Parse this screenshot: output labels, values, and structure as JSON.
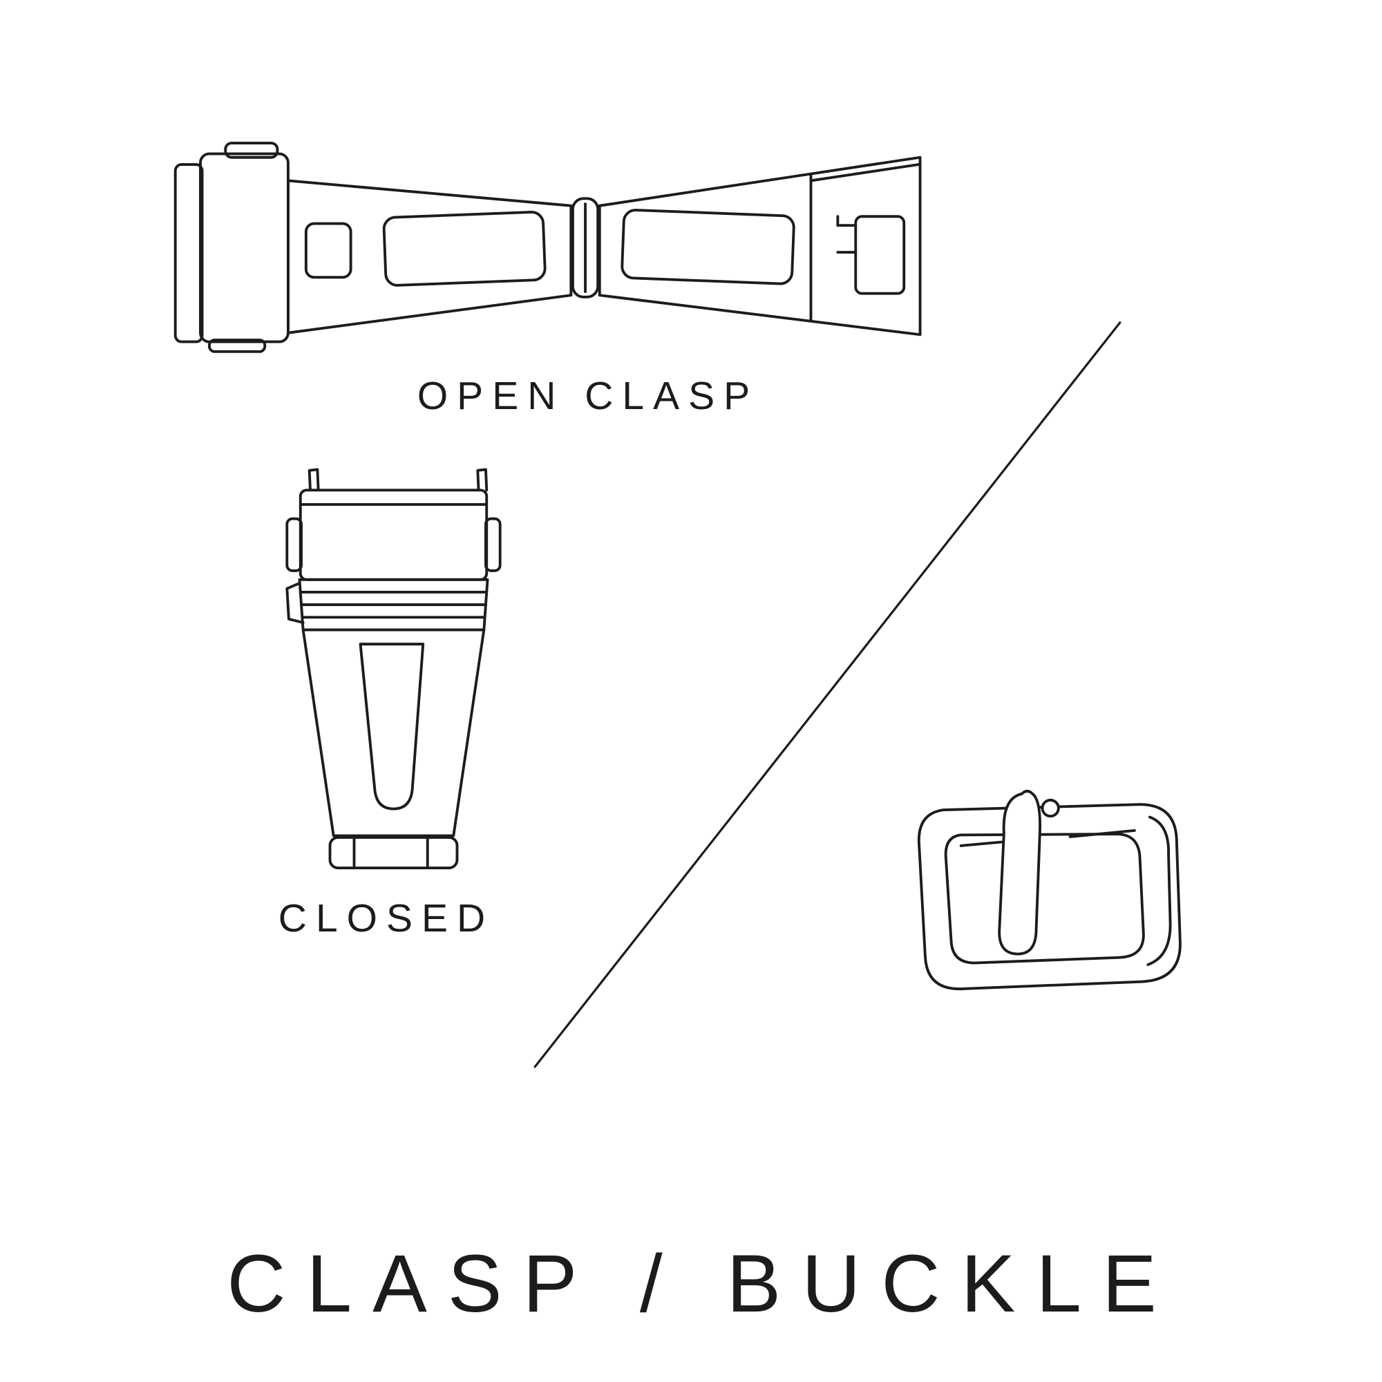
{
  "page": {
    "background": "#ffffff",
    "ink_color": "#1c1c1c"
  },
  "diagram": {
    "title": "CLASP / BUCKLE",
    "labels": {
      "open_clasp": "OPEN CLASP",
      "closed": "CLOSED"
    },
    "illustrations": [
      {
        "name": "open-clasp",
        "caption": "OPEN CLASP"
      },
      {
        "name": "closed-clasp",
        "caption": "CLOSED"
      },
      {
        "name": "buckle",
        "caption": ""
      }
    ]
  }
}
